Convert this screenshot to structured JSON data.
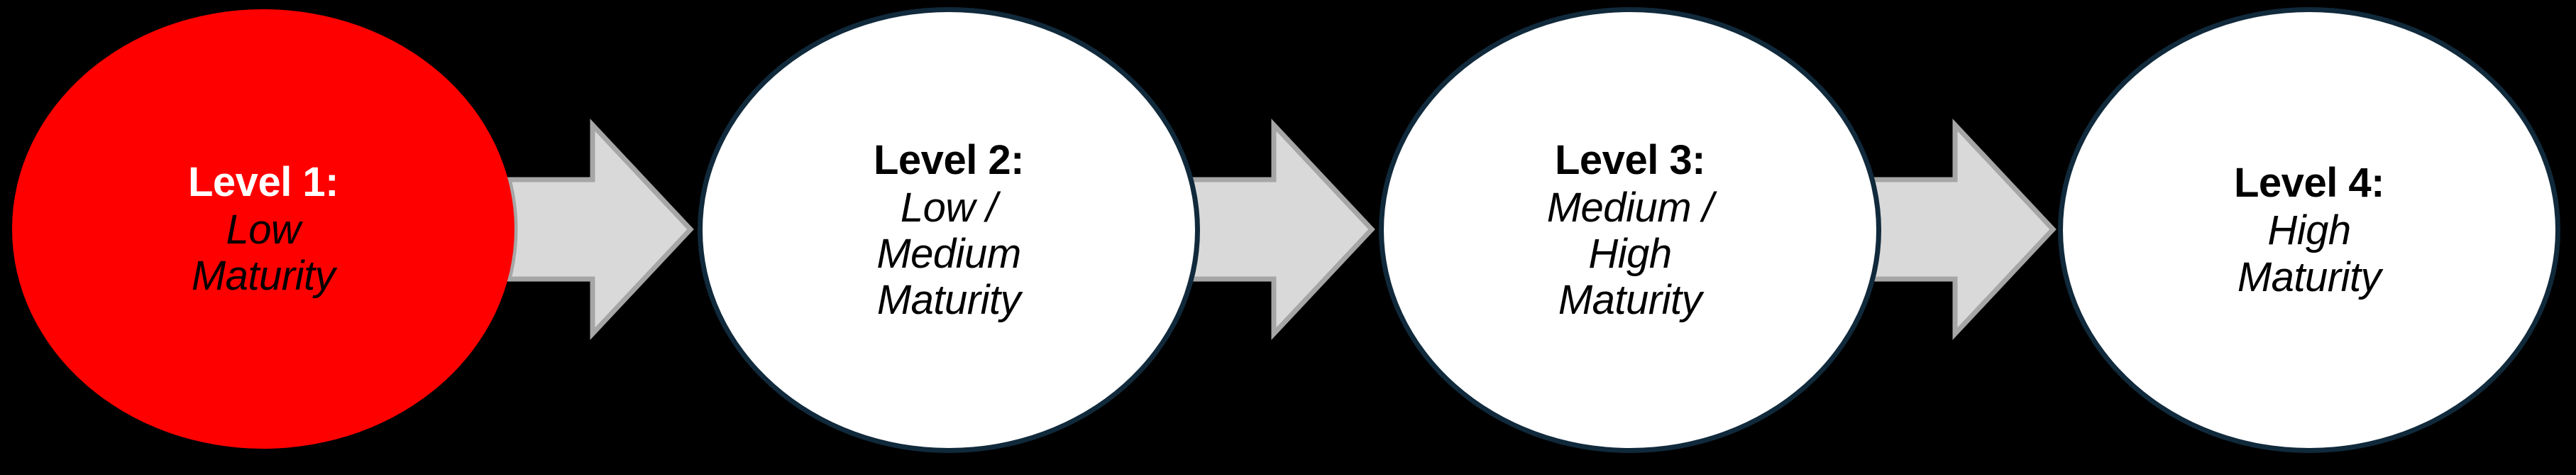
{
  "diagram": {
    "type": "maturity-progression",
    "background_color": "#000000",
    "accent_color": "#FF0000",
    "node_border_color": "#10293B",
    "arrow_fill_color": "#D9D9D9",
    "arrow_edge_color": "#A6A6A6",
    "stages": [
      {
        "id": "level-1",
        "title": "Level 1:",
        "lines": [
          "Low",
          "Maturity"
        ],
        "fill": "#FF0000",
        "title_color": "#FFFFFF",
        "highlighted": true
      },
      {
        "id": "level-2",
        "title": "Level 2:",
        "lines": [
          "Low /",
          "Medium",
          "Maturity"
        ],
        "fill": "#FFFFFF",
        "title_color": "#000000",
        "highlighted": false
      },
      {
        "id": "level-3",
        "title": "Level 3:",
        "lines": [
          "Medium /",
          "High",
          "Maturity"
        ],
        "fill": "#FFFFFF",
        "title_color": "#000000",
        "highlighted": false
      },
      {
        "id": "level-4",
        "title": "Level 4:",
        "lines": [
          "High",
          "Maturity"
        ],
        "fill": "#FFFFFF",
        "title_color": "#000000",
        "highlighted": false
      }
    ],
    "connectors": [
      {
        "id": "arrow-1-to-2",
        "from": "level-1",
        "to": "level-2",
        "direction": "right"
      },
      {
        "id": "arrow-2-to-3",
        "from": "level-2",
        "to": "level-3",
        "direction": "right"
      },
      {
        "id": "arrow-3-to-4",
        "from": "level-3",
        "to": "level-4",
        "direction": "right"
      }
    ]
  }
}
